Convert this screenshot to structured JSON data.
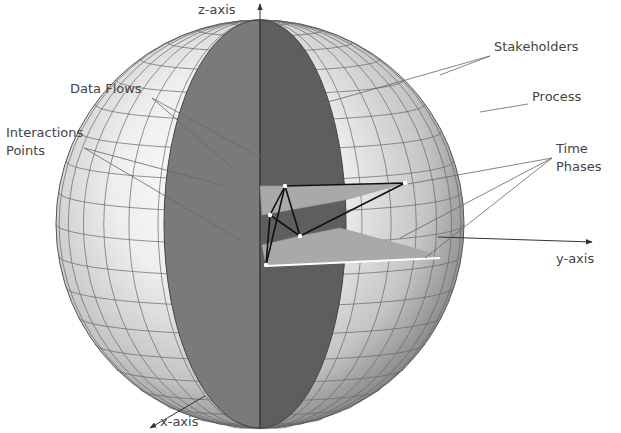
{
  "diagram": {
    "labels": [
      "z-axis",
      "Data Flows",
      "Stakeholders",
      "Process",
      "Interactions Points",
      "Time Phases",
      "y-axis",
      "x-axis"
    ]
  }
}
